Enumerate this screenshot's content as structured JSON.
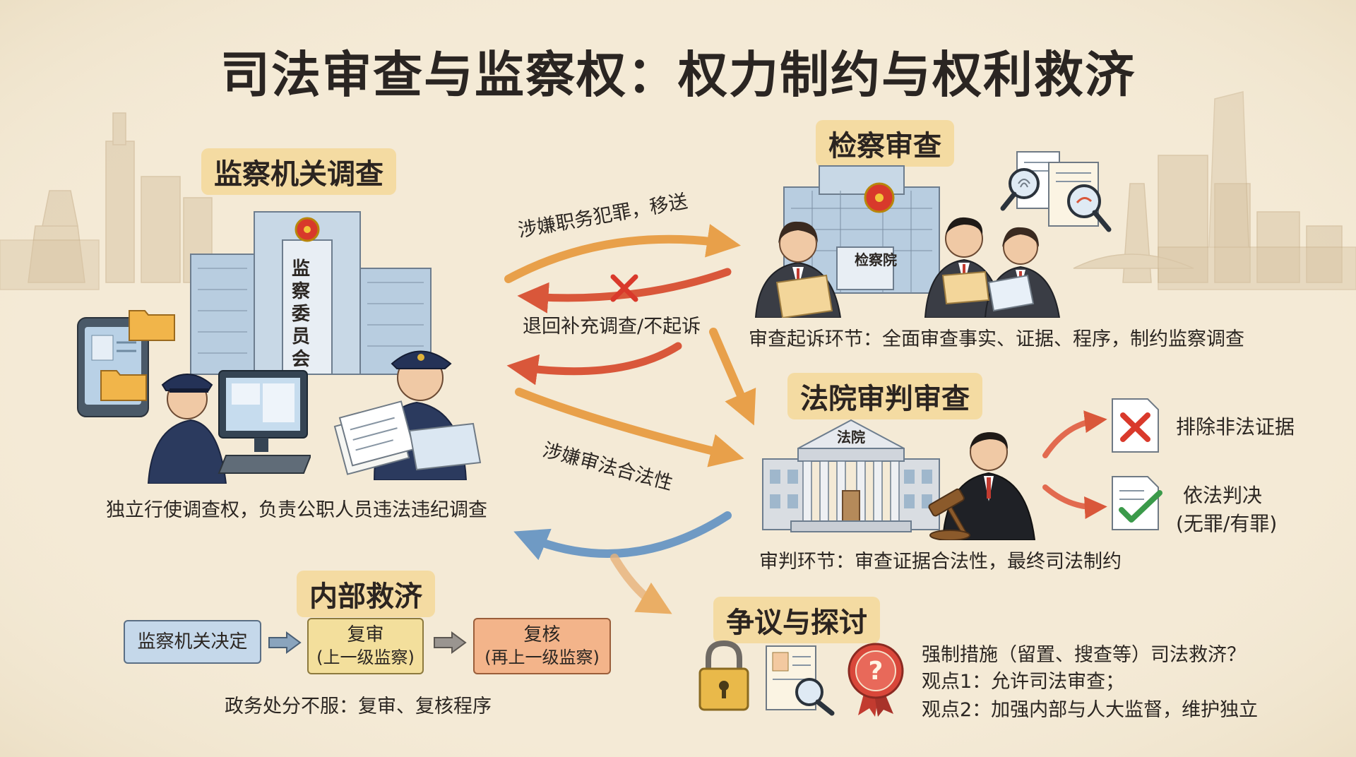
{
  "title": "司法审查与监察权：权力制约与权利救济",
  "supervision": {
    "heading": "监察机关调查",
    "building_sign": "监察委员会",
    "caption": "独立行使调查权，负责公职人员违法违纪调查"
  },
  "procuratorate": {
    "heading": "检察审查",
    "building_sign": "检察院",
    "caption": "审查起诉环节：全面审查事实、证据、程序，制约监察调查"
  },
  "court": {
    "heading": "法院审判审查",
    "building_sign": "法院",
    "caption": "审判环节：审查证据合法性，最终司法制约",
    "outcome_exclude": "排除非法证据",
    "outcome_verdict_line1": "依法判决",
    "outcome_verdict_line2": "(无罪/有罪)"
  },
  "flows": {
    "transfer": "涉嫌职务犯罪，移送",
    "return": "退回补充调查/不起诉",
    "trial": "涉嫌审法合法性"
  },
  "internal_remedy": {
    "heading": "内部救济",
    "step1": "监察机关决定",
    "step2_line1": "复审",
    "step2_line2": "(上一级监察)",
    "step3_line1": "复核",
    "step3_line2": "(再上一级监察)",
    "caption": "政务处分不服：复审、复核程序"
  },
  "debate": {
    "heading": "争议与探讨",
    "question": "强制措施（留置、搜查等）司法救济？",
    "view1": "观点1：允许司法审查；",
    "view2": "观点2：加强内部与人大监督，维护独立",
    "badge_symbol": "?"
  },
  "colors": {
    "background": "#f4ead6",
    "heading_highlight": "#f4cd78",
    "arrow_orange": "#e8a04a",
    "arrow_red": "#d9573a",
    "arrow_blue": "#6f9ac4",
    "uniform": "#2b3a5e",
    "suit": "#3a3d45",
    "building_blue": "#a9c3dc"
  }
}
